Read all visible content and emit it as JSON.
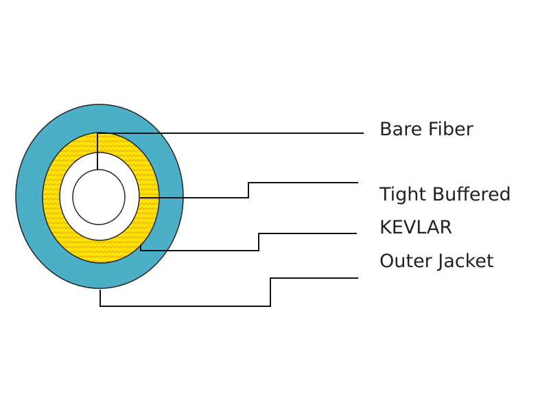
{
  "labels": {
    "bare_fiber": "Bare Fiber",
    "tight_buffered": "Tight Buffered",
    "kevlar": "KEVLAR",
    "outer_jacket": "Outer Jacket"
  },
  "colors": {
    "outer_jacket": "#4BAFC8",
    "kevlar": "#FFE400",
    "kevlar_wave": "#E8A020",
    "tight_buffered": "#FFFFFF",
    "bare_fiber": "#FFFFFF",
    "lines": "#111111"
  }
}
